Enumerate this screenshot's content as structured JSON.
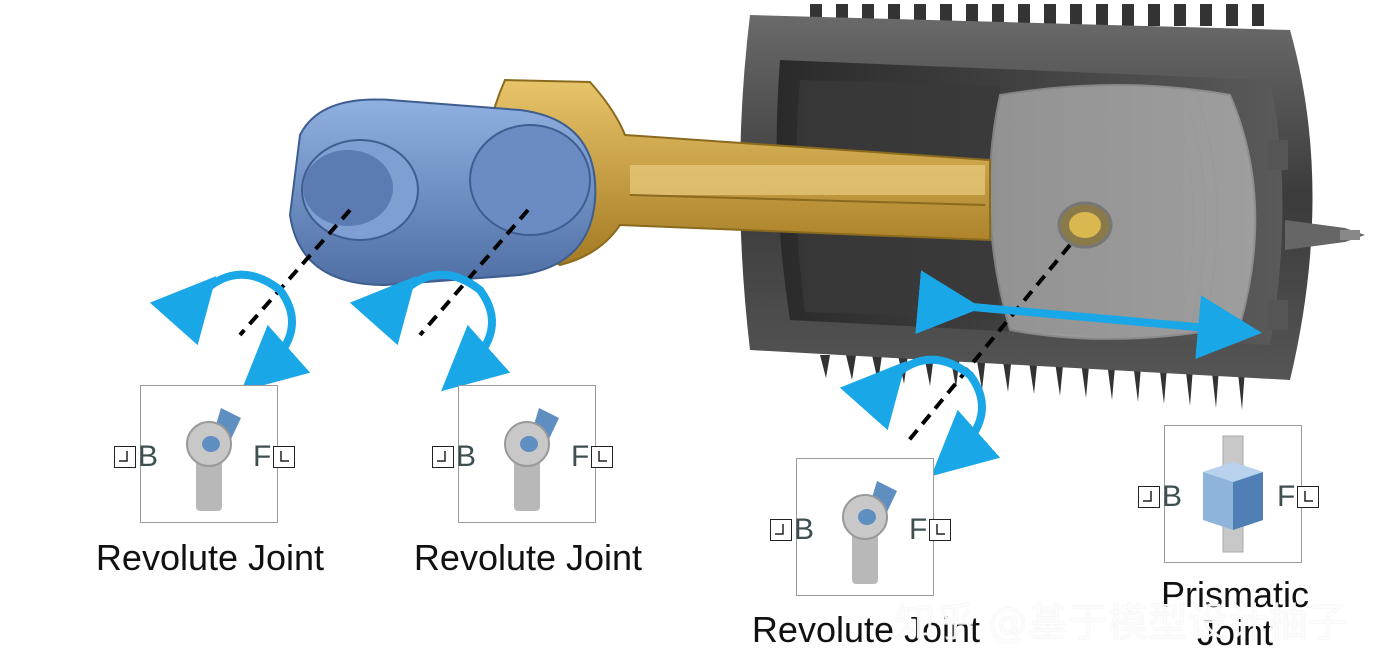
{
  "blocks": [
    {
      "label": "Revolute Joint",
      "port_base": "B",
      "port_follower": "F",
      "icon": "revolute-joint-icon"
    },
    {
      "label": "Revolute Joint",
      "port_base": "B",
      "port_follower": "F",
      "icon": "revolute-joint-icon"
    },
    {
      "label": "Revolute Joint",
      "port_base": "B",
      "port_follower": "F",
      "icon": "revolute-joint-icon"
    },
    {
      "label_line1": "Prismatic",
      "label_line2": "Joint",
      "port_base": "B",
      "port_follower": "F",
      "icon": "prismatic-joint-icon"
    }
  ],
  "watermark": "知乎 @基于模型设计柚子",
  "colors": {
    "crank": "#6e8fc4",
    "connecting_rod": "#c9a24a",
    "cylinder": "#4a4a4a",
    "arrow": "#1aa7e8",
    "joint_icon_grey": "#b8b8b8",
    "joint_icon_blue": "#5f8fc0"
  }
}
